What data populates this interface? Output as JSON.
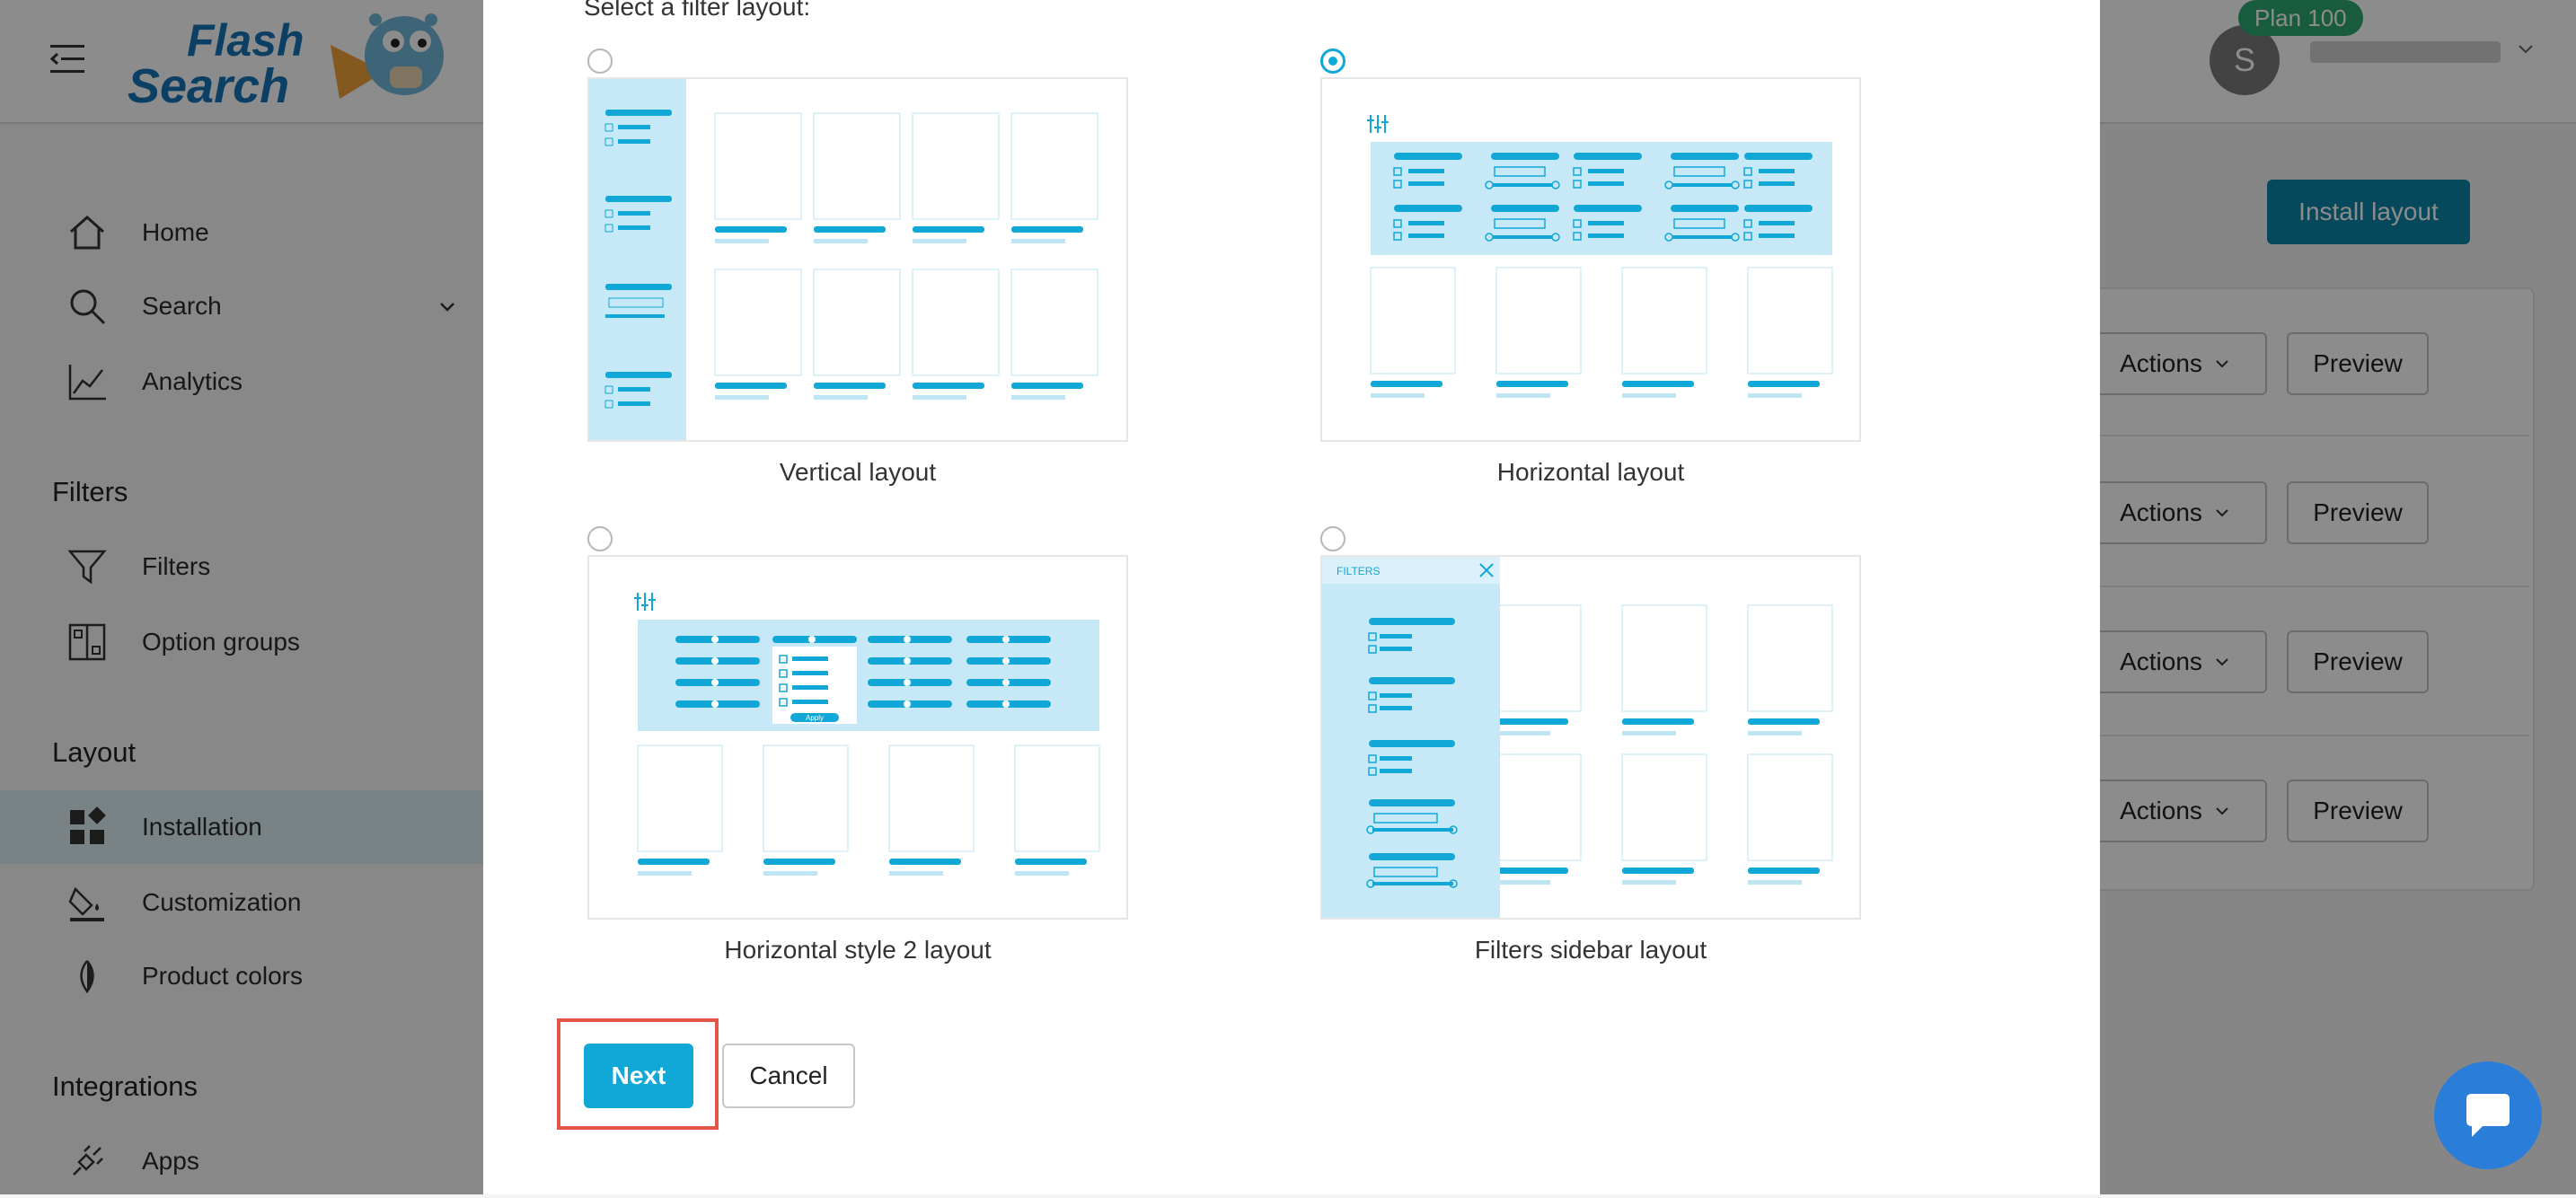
{
  "header": {
    "logo_text_line1": "Flash",
    "logo_text_line2": "Search",
    "avatar_initial": "S",
    "plan_badge": "Plan 100"
  },
  "sidebar": {
    "items_top": [
      {
        "label": "Home",
        "icon": "home-icon"
      },
      {
        "label": "Search",
        "icon": "search-icon"
      },
      {
        "label": "Analytics",
        "icon": "chart-line-icon"
      }
    ],
    "section_filters": "Filters",
    "items_filters": [
      {
        "label": "Filters",
        "icon": "filter-funnel-icon"
      },
      {
        "label": "Option groups",
        "icon": "option-groups-icon"
      }
    ],
    "section_layout": "Layout",
    "items_layout": [
      {
        "label": "Installation",
        "icon": "widgets-icon"
      },
      {
        "label": "Customization",
        "icon": "paint-bucket-icon"
      },
      {
        "label": "Product colors",
        "icon": "contrast-icon"
      }
    ],
    "section_integrations": "Integrations",
    "items_integrations": [
      {
        "label": "Apps",
        "icon": "plug-icon"
      }
    ]
  },
  "main": {
    "install_button": "Install layout",
    "rows": [
      {
        "actions": "Actions",
        "preview": "Preview"
      },
      {
        "actions": "Actions",
        "preview": "Preview"
      },
      {
        "actions": "Actions",
        "preview": "Preview"
      },
      {
        "actions": "Actions",
        "preview": "Preview"
      }
    ]
  },
  "modal": {
    "title": "Select a filter layout:",
    "options": [
      {
        "label": "Vertical layout",
        "selected": false
      },
      {
        "label": "Horizontal layout",
        "selected": true
      },
      {
        "label": "Horizontal style 2 layout",
        "selected": false
      },
      {
        "label": "Filters sidebar layout",
        "selected": false
      }
    ],
    "sidebar_preview_header": "FILTERS",
    "apply_text": "Apply",
    "next_button": "Next",
    "cancel_button": "Cancel"
  },
  "colors": {
    "accent": "#11a7d6",
    "light_accent": "#c7e9f7",
    "brand_dark": "#0e86a8",
    "plan_badge": "#2fa86f",
    "highlight": "#e5544b",
    "chat": "#2a7ed9"
  }
}
